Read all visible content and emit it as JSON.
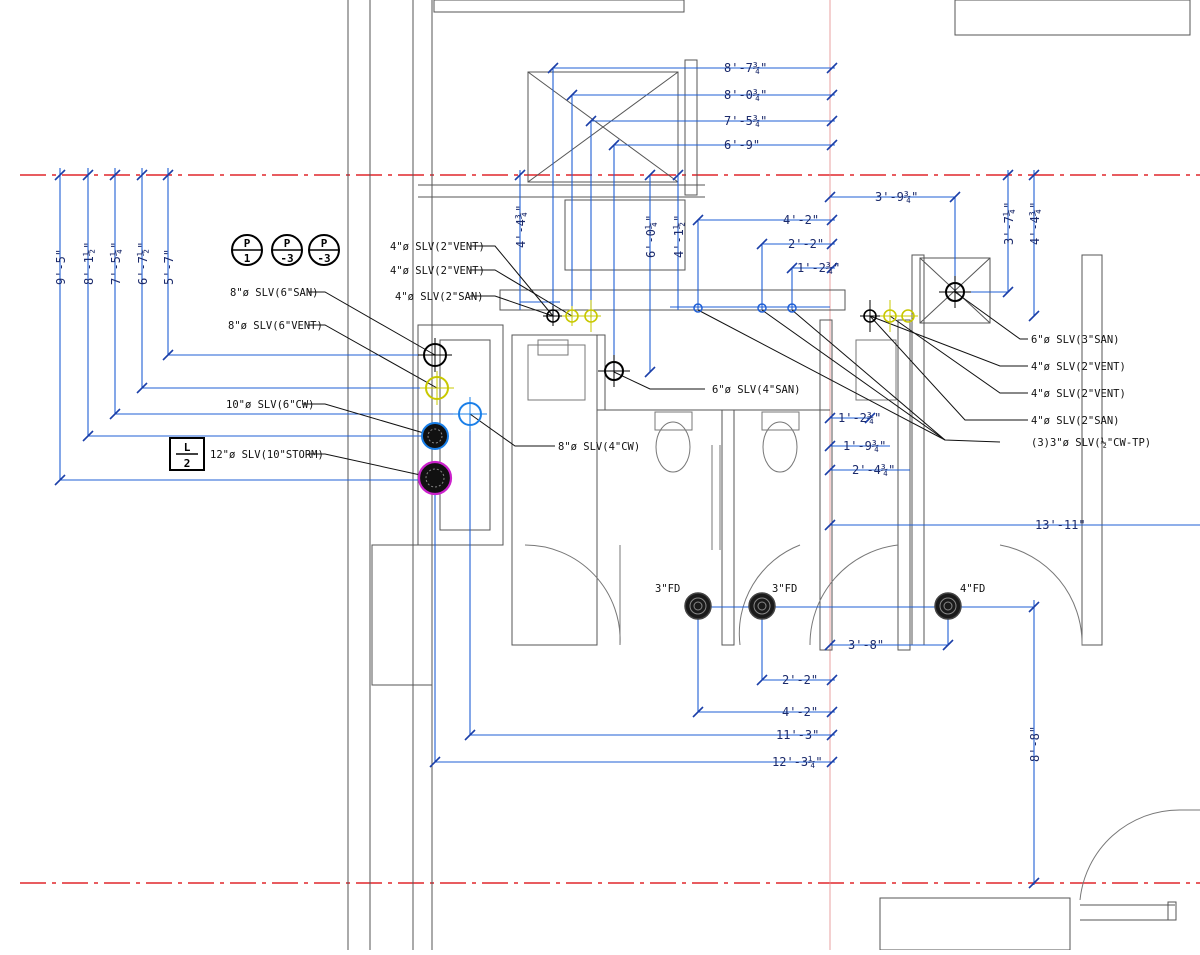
{
  "sheet": {
    "colors": {
      "dimension": "#1f5fd6",
      "gridline": "#e0262c",
      "vent": "#c8c800",
      "cold_water": "#1a7fe8",
      "storm": "#cc22cc",
      "wall": "#555555"
    }
  },
  "dimensions": {
    "top_1": "8'-7¾\"",
    "top_2": "8'-0¾\"",
    "top_3": "7'-5¾\"",
    "top_4": "6'-9\"",
    "left_1": "9'-5\"",
    "left_2": "8'-1½\"",
    "left_3": "7'-5¼\"",
    "left_4": "6'-7½\"",
    "left_5": "5'-7\"",
    "v_4_4": "4'-4¾\"",
    "v_6_0": "6'-0¼\"",
    "v_4_1": "4'-1½\"",
    "h_4_2": "4'-2\"",
    "h_2_2": "2'-2\"",
    "h_1_2": "1'-2¾\"",
    "h_3_9": "3'-9¾\"",
    "v_3_7": "3'-7¼\"",
    "v_4_4b": "4'-4¾\"",
    "mid_1_2": "1'-2¾\"",
    "mid_1_9": "1'-9¾\"",
    "mid_2_4": "2'-4¾\"",
    "long_13_11": "13'-11\"",
    "fd_3_8": "3'-8\"",
    "fd_2_2": "2'-2\"",
    "fd_4_2": "4'-2\"",
    "b_11_3": "11'-3\"",
    "b_12_3": "12'-3¼\"",
    "v_8_8": "8'-8\""
  },
  "callouts": {
    "c1": "4\"ø SLV(2\"VENT)",
    "c2": "4\"ø SLV(2\"VENT)",
    "c3": "4\"ø SLV(2\"SAN)",
    "c4": "8\"ø SLV(6\"SAN)",
    "c5": "8\"ø SLV(6\"VENT)",
    "c6": "10\"ø SLV(6\"CW)",
    "c7": "12\"ø SLV(10\"STORM)",
    "c8": "8\"ø SLV(4\"CW)",
    "c9": "6\"ø SLV(4\"SAN)",
    "r1": "6\"ø SLV(3\"SAN)",
    "r2": "4\"ø SLV(2\"VENT)",
    "r3": "4\"ø SLV(2\"VENT)",
    "r4": "4\"ø SLV(2\"SAN)",
    "r5": "(3)3\"ø SLV(½\"CW-TP)"
  },
  "drains": {
    "fd1": "3\"FD",
    "fd2": "3\"FD",
    "fd3": "4\"FD"
  },
  "tags": {
    "p1_top": "P",
    "p1_bot": "1",
    "p2_top": "P",
    "p2_bot": "-3",
    "p3_top": "P",
    "p3_bot": "-3",
    "l_top": "L",
    "l_bot": "2"
  }
}
